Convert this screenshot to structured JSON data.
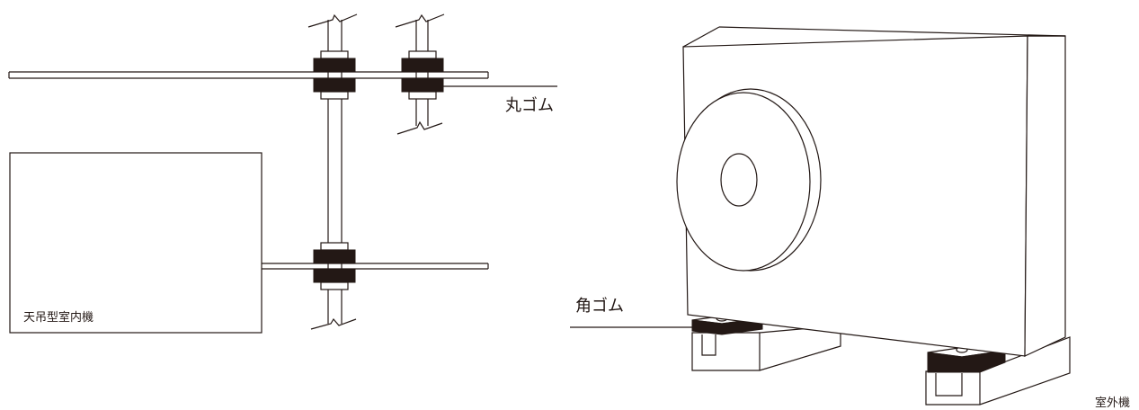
{
  "labels": {
    "round_rubber": "丸ゴム",
    "indoor_unit": "天吊型室内機",
    "square_rubber": "角ゴム",
    "outdoor_unit": "室外機"
  }
}
